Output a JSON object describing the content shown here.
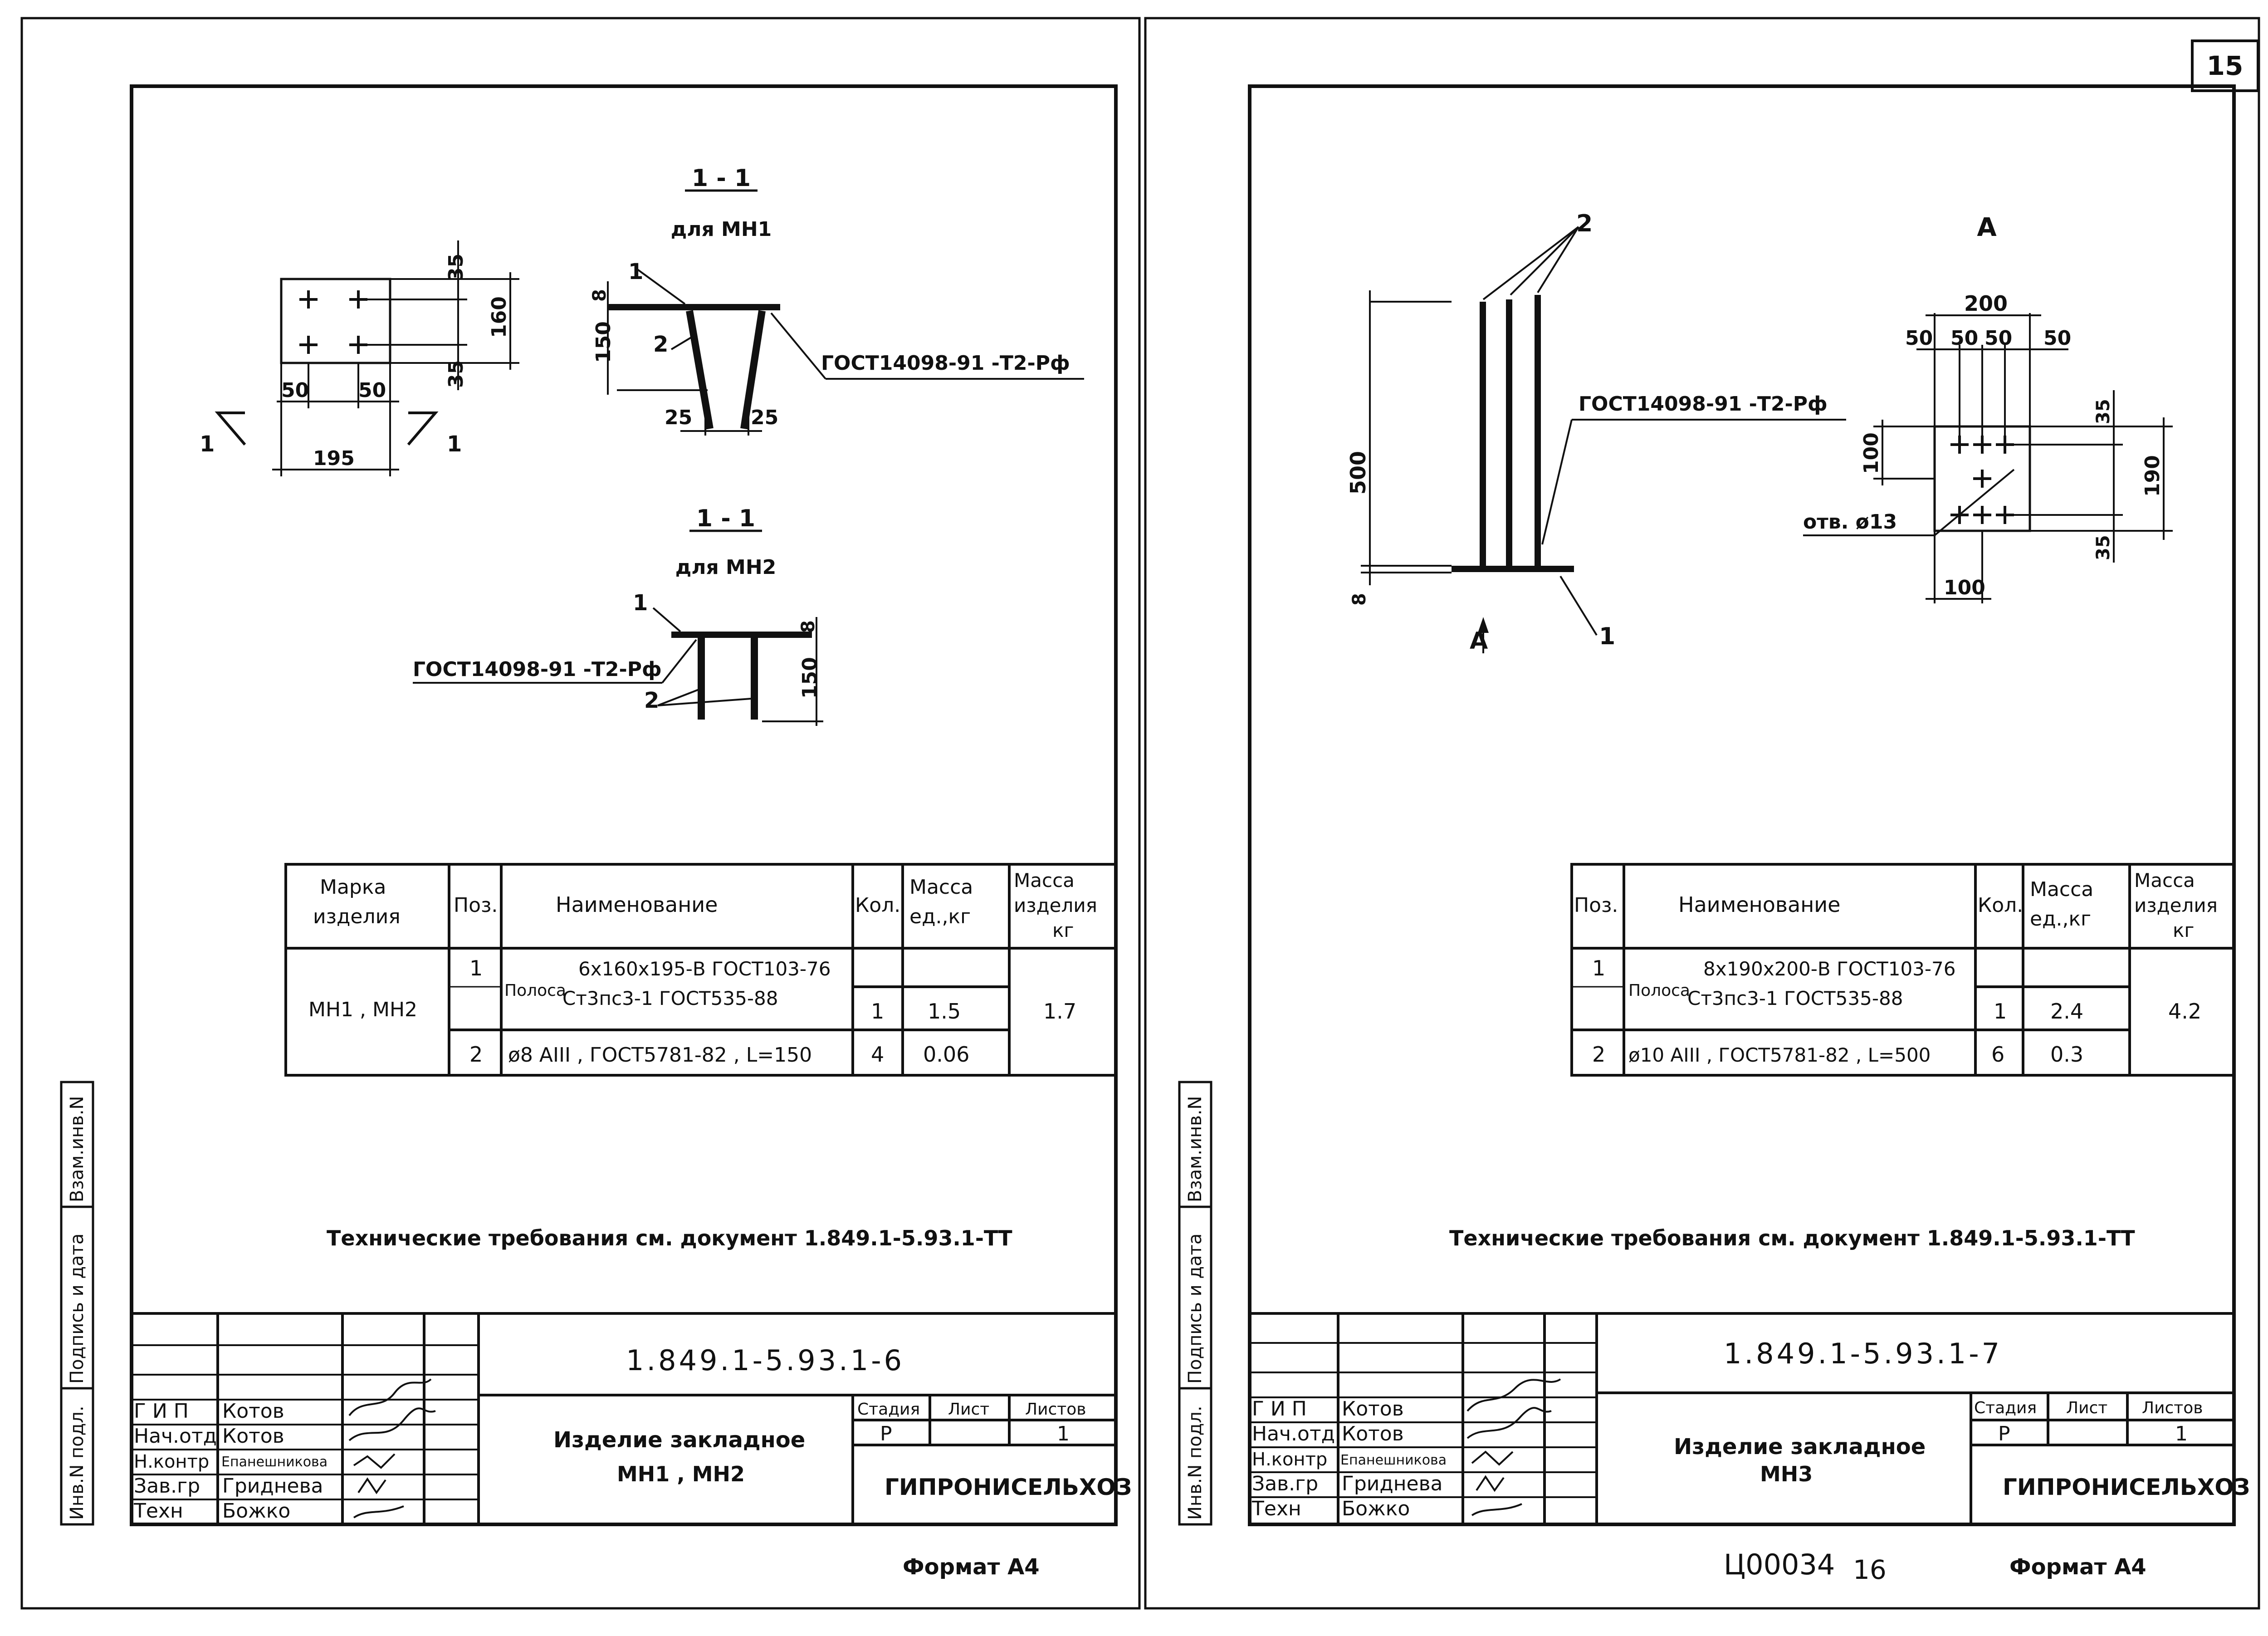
{
  "page_number": "15",
  "left_sheet": {
    "section_mh1": {
      "title": "1 - 1",
      "subtitle": "для МН1"
    },
    "section_mh2": {
      "title": "1 - 1",
      "subtitle": "для МН2"
    },
    "plan_dims": {
      "d35a": "35",
      "d35b": "35",
      "d160": "160",
      "d50a": "50",
      "d50b": "50",
      "d195": "195",
      "cut_mark": "1"
    },
    "section_mh1_dims": {
      "d8": "8",
      "d150": "150",
      "d25a": "25",
      "d25b": "25",
      "pos1": "1",
      "pos2": "2"
    },
    "section_mh2_dims": {
      "d8": "8",
      "d150": "150",
      "pos1": "1",
      "pos2": "2"
    },
    "weld_note": "ГОСТ14098-91 -Т2-Рф",
    "table": {
      "headers": [
        "Марка изделия",
        "Поз.",
        "Наименование",
        "Кол.",
        "Масса ед.,кг",
        "Масса изделия кг"
      ],
      "mark": "МН1 , МН2",
      "row1_pos": "1",
      "row1_prefix": "Полоса",
      "row1_line1": "6x160x195-В ГОСТ103-76",
      "row1_line2": "Ст3пс3-1 ГОСТ535-88",
      "row1_qty": "1",
      "row1_mass": "1.5",
      "total_mass": "1.7",
      "row2_pos": "2",
      "row2_name": "ø8 AIII , ГОСТ5781-82 , L=150",
      "row2_qty": "4",
      "row2_mass": "0.06"
    },
    "tech_req": "Технические требования см. документ 1.849.1-5.93.1-ТТ",
    "doc_number": "1.849.1-5.93.1-6",
    "product_name_l1": "Изделие закладное",
    "product_name_l2": "МН1 , МН2",
    "org": "ГИПРОНИСЕЛЬХОЗ",
    "format": "Формат А4",
    "stage": "Р",
    "sheets": "1"
  },
  "right_sheet": {
    "view_label": "А",
    "arrow_label": "А",
    "elev_dims": {
      "d500": "500",
      "d8": "8",
      "pos1": "1",
      "pos2": "2"
    },
    "plan_dims": {
      "d200": "200",
      "d50a": "50",
      "d50b": "50",
      "d50c": "50",
      "d50d": "50",
      "d35a": "35",
      "d35b": "35",
      "d100a": "100",
      "d190": "190",
      "d100b": "100"
    },
    "hole_note": "отв. ø13",
    "weld_note": "ГОСТ14098-91 -Т2-Рф",
    "table": {
      "headers": [
        "Поз.",
        "Наименование",
        "Кол.",
        "Масса ед.,кг",
        "Масса изделия кг"
      ],
      "row1_pos": "1",
      "row1_prefix": "Полоса",
      "row1_line1": "8x190x200-В ГОСТ103-76",
      "row1_line2": "Ст3пс3-1 ГОСТ535-88",
      "row1_qty": "1",
      "row1_mass": "2.4",
      "total_mass": "4.2",
      "row2_pos": "2",
      "row2_name": "ø10 AIII , ГОСТ5781-82 , L=500",
      "row2_qty": "6",
      "row2_mass": "0.3"
    },
    "tech_req": "Технические требования см. документ 1.849.1-5.93.1-ТТ",
    "doc_number": "1.849.1-5.93.1-7",
    "product_name_l1": "Изделие закладное",
    "product_name_l2": "МН3",
    "org": "ГИПРОНИСЕЛЬХОЗ",
    "format": "Формат А4",
    "stage": "Р",
    "sheets": "1",
    "inventory": "Ц00034",
    "inventory_sheet": "16"
  },
  "title_block": {
    "col_stage": "Стадия",
    "col_sheet": "Лист",
    "col_sheets": "Листов",
    "roles": [
      "Г И П",
      "Нач.отд",
      "Н.контр",
      "Зав.гр",
      "Техн"
    ],
    "names": [
      "Котов",
      "Котов",
      "Епанешникова",
      "Гриднева",
      "Божко"
    ]
  },
  "side_stamps": {
    "inv_podl": "Инв.N подл.",
    "podp_data": "Подпись и дата",
    "vzam_inv": "Взам.инв.N"
  }
}
